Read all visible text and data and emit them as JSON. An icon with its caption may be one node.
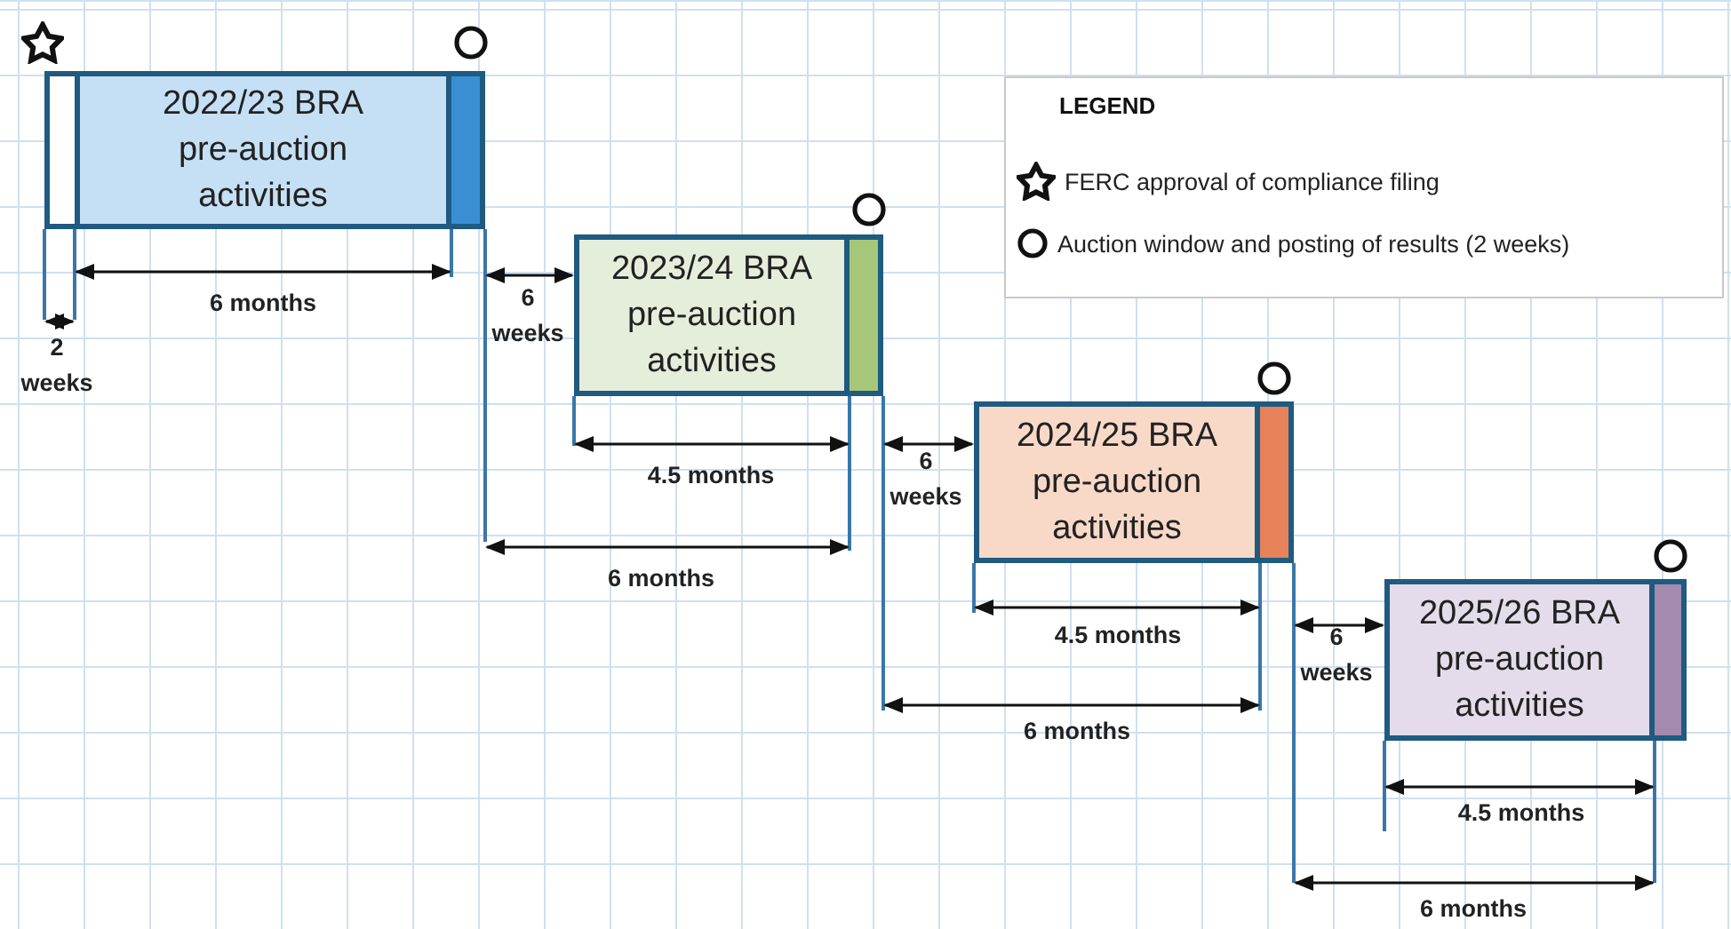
{
  "diagram": {
    "nodes": [
      {
        "text": [
          "2022/23 BRA pre-auction activities"
        ]
      },
      {
        "text": [
          "2023/24 BRA pre-auction activities"
        ]
      },
      {
        "text": [
          "2024/25 BRA pre-auction activities"
        ]
      },
      {
        "text": [
          "2025/26 BRA pre-auction activities"
        ]
      }
    ],
    "labels": [
      "LEGEND",
      "6 months",
      "2 weeks",
      "6 weeks",
      "4.5 months",
      "6 months",
      "6 weeks",
      "4.5 months",
      "6 months",
      "6 weeks",
      "4.5 months",
      "6 months"
    ],
    "legend": [
      {
        "text": "FERC approval of compliance filing"
      },
      {
        "text": "Auction window and posting of results (2 weeks)"
      }
    ]
  }
}
